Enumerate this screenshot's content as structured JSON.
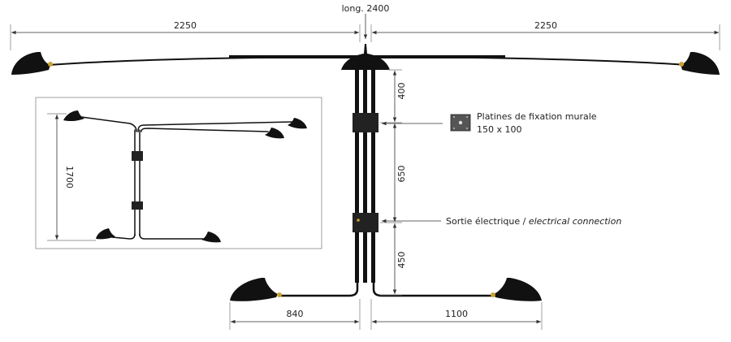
{
  "dimensions": {
    "total_length": "long. 2400",
    "top_left": "2250",
    "top_right": "2250",
    "v_top": "400",
    "v_mid": "650",
    "v_bottom": "450",
    "bottom_left": "840",
    "bottom_right": "1100",
    "inset_height": "1700"
  },
  "labels": {
    "mounting_plate_line1": "Platines de fixation murale",
    "mounting_plate_line2": "150 x 100",
    "electrical_fr": "Sortie électrique / ",
    "electrical_en": "electrical connection"
  },
  "colors": {
    "lamp": "#111111",
    "brass": "#c9a233",
    "dimension": "#333333"
  }
}
